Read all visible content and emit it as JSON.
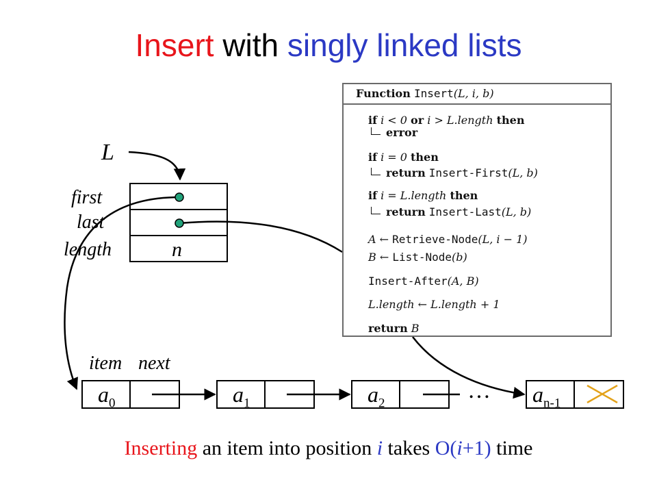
{
  "title": {
    "part1": "Insert",
    "part2": "with",
    "part3": "singly linked lists"
  },
  "list_header": {
    "var_name": "L",
    "fields": [
      "first",
      "last",
      "length"
    ],
    "length_value": "n"
  },
  "node_fields": {
    "item": "item",
    "next": "next"
  },
  "nodes": [
    {
      "base": "a",
      "sub": "0"
    },
    {
      "base": "a",
      "sub": "1"
    },
    {
      "base": "a",
      "sub": "2"
    },
    {
      "base": "a",
      "sub": "n-1"
    }
  ],
  "ellipsis": "…",
  "code": {
    "function_kw": "Function",
    "function_name": "Insert",
    "function_args": "(L, i, b)",
    "lines": [
      {
        "kw1": "if",
        "expr1": "i < 0",
        "kw2": "or",
        "expr2": "i > L.length",
        "kw3": "then"
      },
      {
        "kw1": "error"
      },
      {
        "kw1": "if",
        "expr1": "i = 0",
        "kw3": "then"
      },
      {
        "kw1": "return",
        "fn": "Insert-First",
        "args": "(L, b)"
      },
      {
        "kw1": "if",
        "expr1": "i = L.length",
        "kw3": "then"
      },
      {
        "kw1": "return",
        "fn": "Insert-Last",
        "args": "(L, b)"
      },
      {
        "lhs": "A ←",
        "fn": "Retrieve-Node",
        "args": "(L, i − 1)"
      },
      {
        "lhs": "B ←",
        "fn": "List-Node",
        "args": "(b)"
      },
      {
        "fn": "Insert-After",
        "args": "(A, B)"
      },
      {
        "expr": "L.length ← L.length + 1"
      },
      {
        "kw1": "return",
        "expr": "B"
      }
    ]
  },
  "footer": {
    "part1": "Inserting",
    "part2": "an item into position",
    "part3": "i",
    "part4": "takes",
    "part5": "O(",
    "part6": "i",
    "part7": "+1)",
    "part8": "time"
  },
  "colors": {
    "red": "#e8151b",
    "blue": "#2b39c4",
    "dot": "#21a27a"
  }
}
